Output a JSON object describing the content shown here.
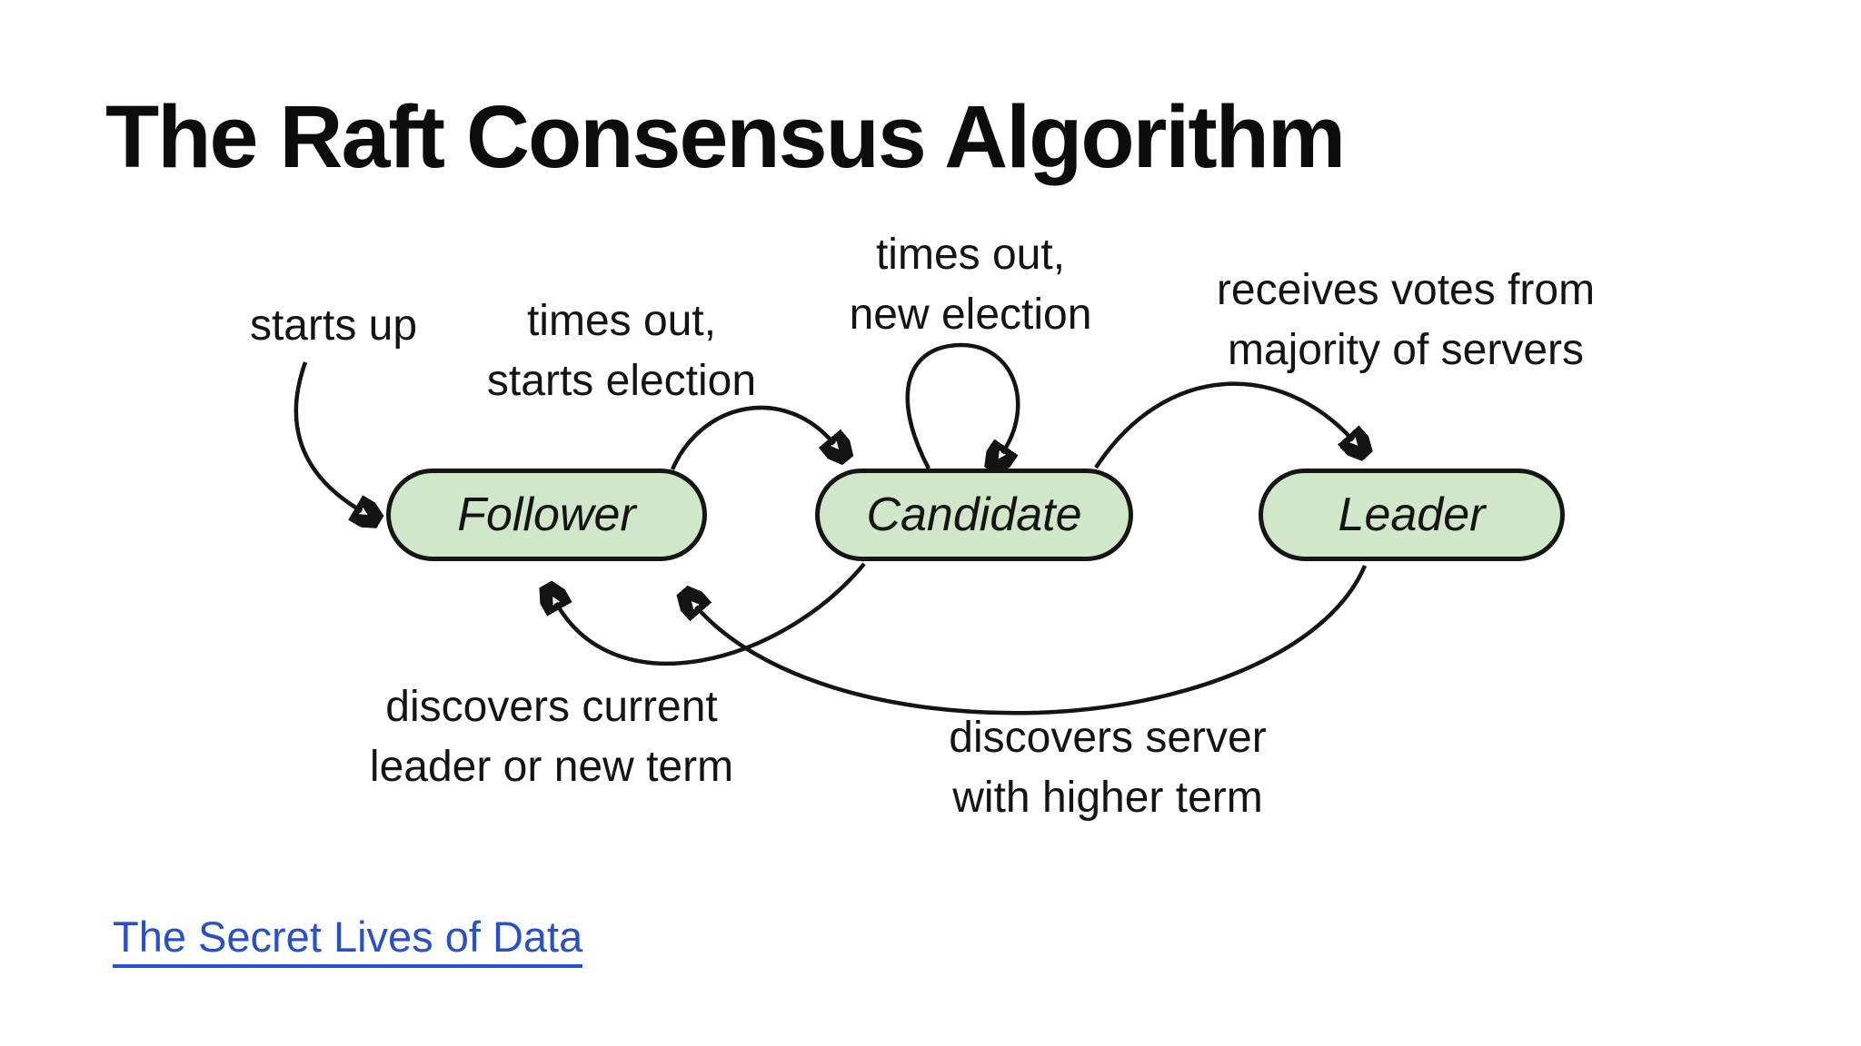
{
  "slide": {
    "title": "The Raft Consensus Algorithm",
    "source_link": "The Secret Lives of Data"
  },
  "colors": {
    "background": "#ffffff",
    "ink": "#141414",
    "state_fill": "#d1e7ca",
    "state_stroke": "#151515",
    "link_blue": "#2850c8"
  },
  "diagram": {
    "states": [
      {
        "name": "Follower"
      },
      {
        "name": "Candidate"
      },
      {
        "name": "Leader"
      }
    ],
    "transitions": [
      {
        "from": "start",
        "to": "Follower",
        "label": "starts up"
      },
      {
        "from": "Follower",
        "to": "Candidate",
        "label": "times out,\nstarts election"
      },
      {
        "from": "Candidate",
        "to": "Candidate",
        "label": "times out,\nnew election"
      },
      {
        "from": "Candidate",
        "to": "Leader",
        "label": "receives votes from\nmajority of servers"
      },
      {
        "from": "Candidate",
        "to": "Follower",
        "label": "discovers current\nleader or new term"
      },
      {
        "from": "Leader",
        "to": "Follower",
        "label": "discovers server\nwith higher term"
      }
    ]
  }
}
